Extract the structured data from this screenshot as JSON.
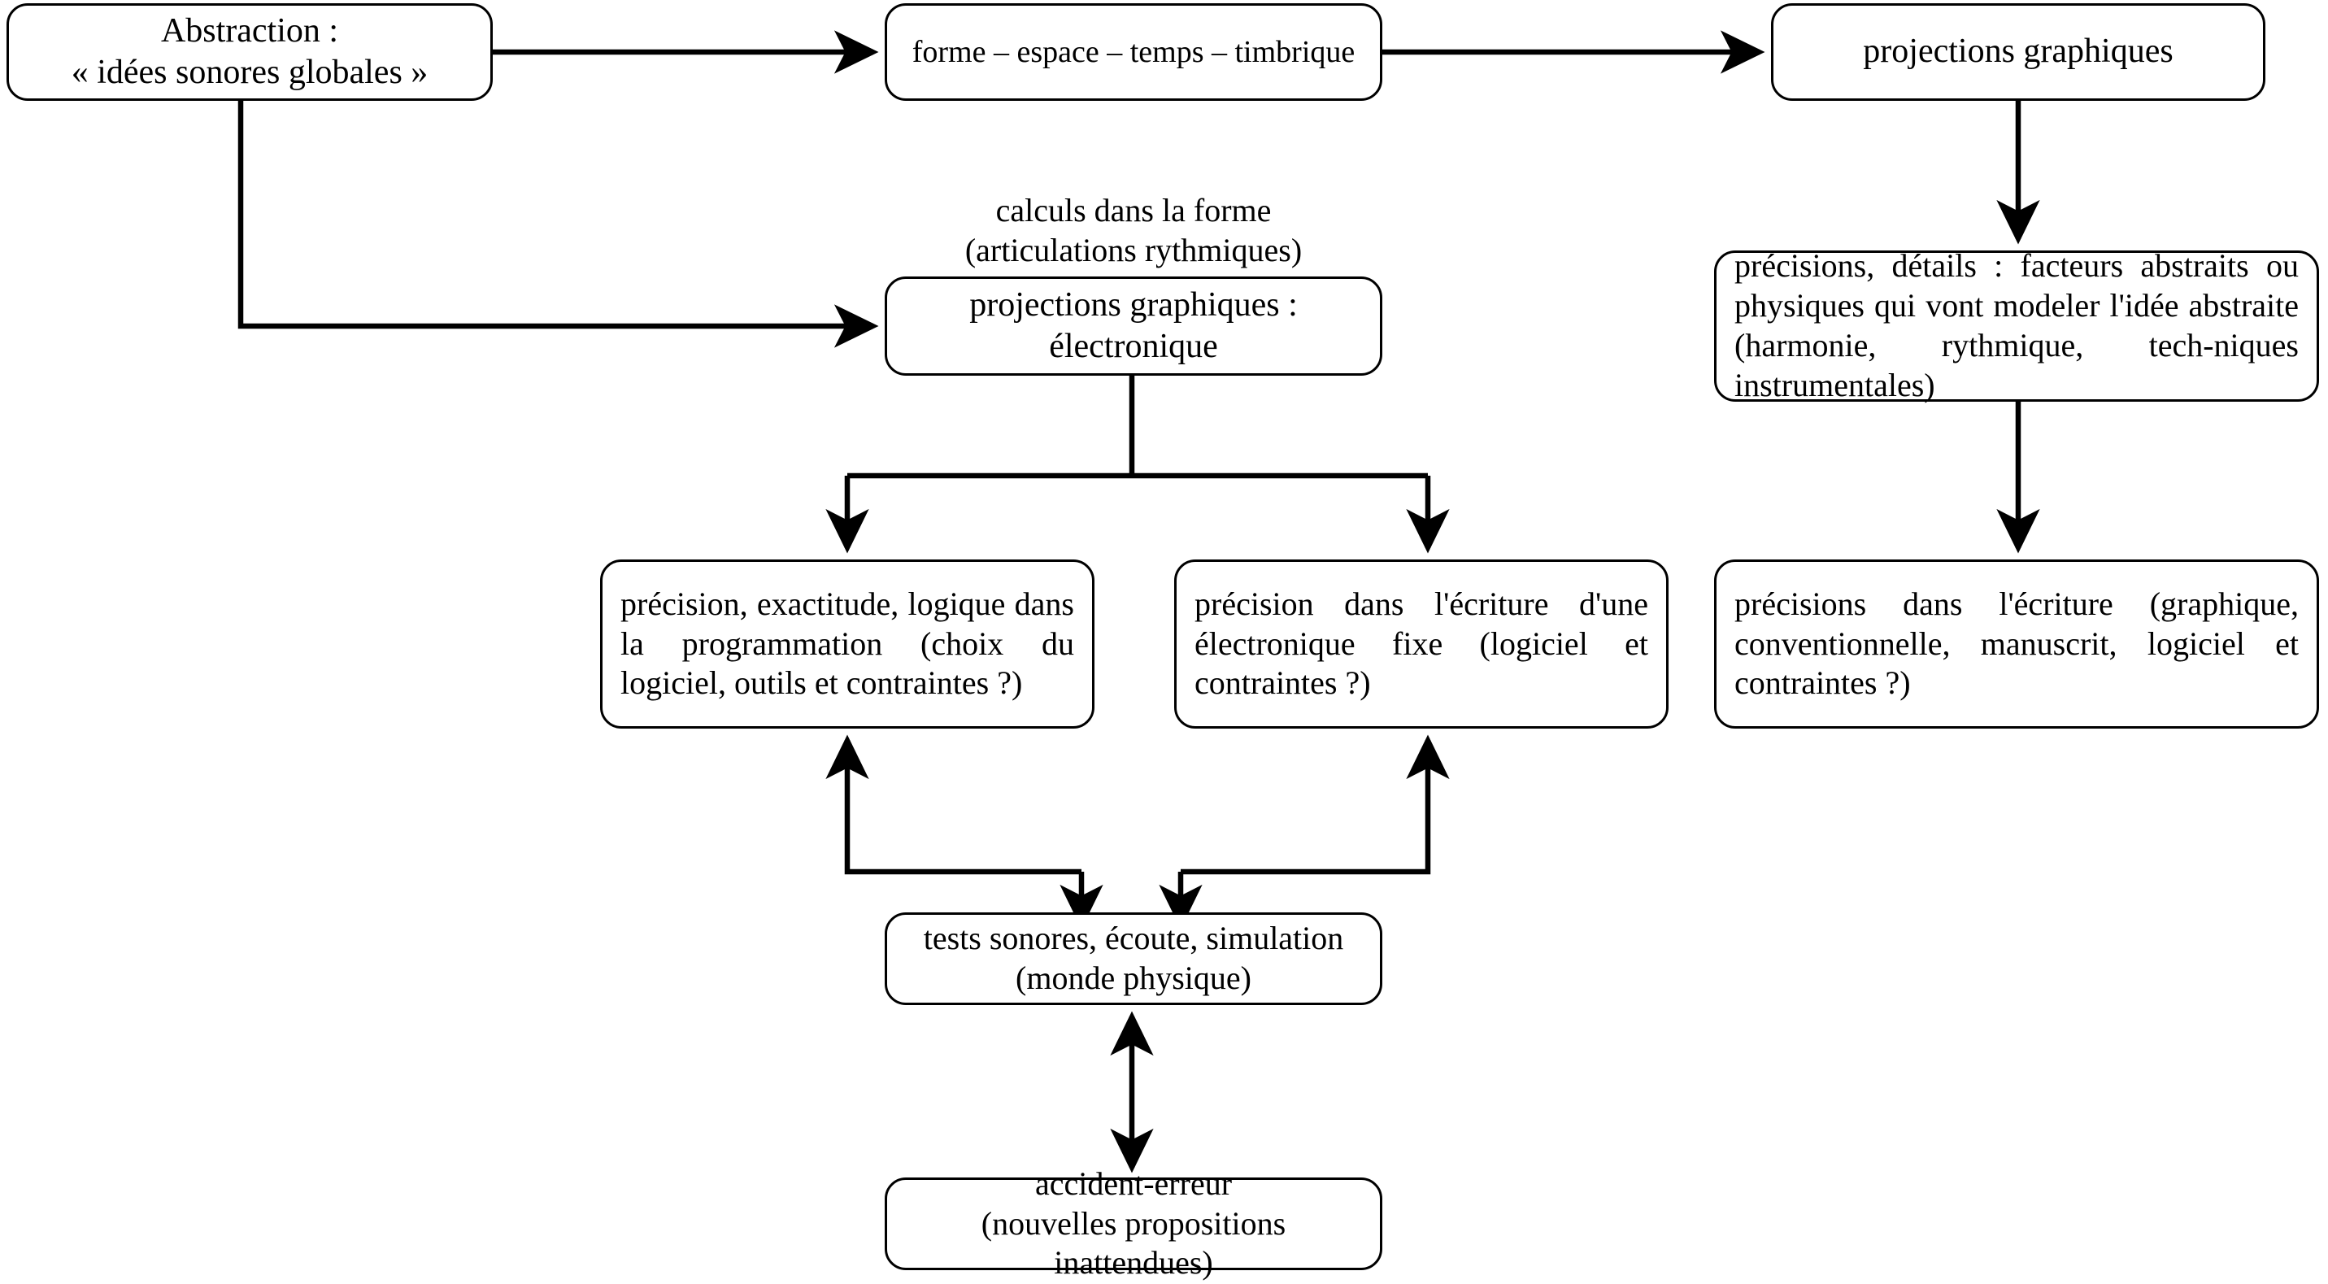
{
  "diagram": {
    "title": "Abstraction — projections graphiques",
    "stroke_color": "#000000",
    "background_color": "#ffffff",
    "type": "flowchart"
  },
  "nodes": {
    "abstraction": "Abstraction :\n« idées sonores globales »",
    "forme": "forme – espace – temps – timbrique",
    "projections_graphiques": "projections graphiques",
    "projections_electronique": "projections graphiques :\nélectronique",
    "precisions_details": "précisions, détails : facteurs abstraits ou physiques qui vont modeler l'idée abstraite (harmonie, rythmique, tech-niques instrumentales)",
    "precision_programmation": "précision, exactitude, logique dans la programmation (choix du logiciel, outils et contraintes ?)",
    "precision_electronique_fixe": "précision dans l'écriture d'une électronique fixe (logiciel et contraintes ?)",
    "precisions_ecriture": "précisions dans l'écriture (graphique, conventionnelle, manuscrit, logiciel et contraintes ?)",
    "tests_sonores": "tests sonores, écoute, simulation\n(monde physique)",
    "accident_erreur": "accident-erreur\n(nouvelles propositions inattendues)"
  },
  "labels": {
    "calculs": "calculs dans la forme\n(articulations rythmiques)"
  },
  "edges": [
    {
      "name": "abstraction-to-forme",
      "from": "abstraction",
      "to": "forme",
      "arrow": "single"
    },
    {
      "name": "forme-to-projections-graphiques",
      "from": "forme",
      "to": "projections_graphiques",
      "arrow": "single"
    },
    {
      "name": "abstraction-to-projections-electronique",
      "from": "abstraction",
      "to": "projections_electronique",
      "arrow": "single"
    },
    {
      "name": "projections-graphiques-to-precisions-details",
      "from": "projections_graphiques",
      "to": "precisions_details",
      "arrow": "single"
    },
    {
      "name": "precisions-details-to-precisions-ecriture",
      "from": "precisions_details",
      "to": "precisions_ecriture",
      "arrow": "single"
    },
    {
      "name": "projections-electronique-to-precision-programmation",
      "from": "projections_electronique",
      "to": "precision_programmation",
      "arrow": "single"
    },
    {
      "name": "projections-electronique-to-precision-electronique-fixe",
      "from": "projections_electronique",
      "to": "precision_electronique_fixe",
      "arrow": "single"
    },
    {
      "name": "tests-to-precision-programmation",
      "from": "tests_sonores",
      "to": "precision_programmation",
      "arrow": "single"
    },
    {
      "name": "precision-programmation-to-tests",
      "from": "precision_programmation",
      "to": "tests_sonores",
      "arrow": "single"
    },
    {
      "name": "tests-to-precision-electronique-fixe",
      "from": "tests_sonores",
      "to": "precision_electronique_fixe",
      "arrow": "single"
    },
    {
      "name": "precision-electronique-fixe-to-tests",
      "from": "precision_electronique_fixe",
      "to": "tests_sonores",
      "arrow": "single"
    },
    {
      "name": "tests-accident-bidirectional",
      "from": "tests_sonores",
      "to": "accident_erreur",
      "arrow": "double"
    }
  ]
}
